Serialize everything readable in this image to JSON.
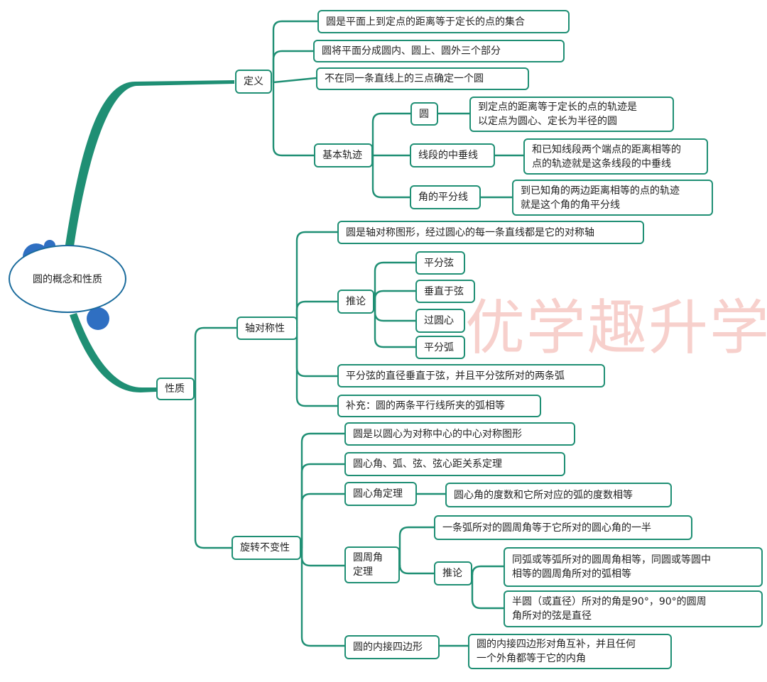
{
  "colors": {
    "line": "#1f8f74",
    "border": "#1f8f74",
    "bubble": "#2f6fc2",
    "watermark": "#e8786e"
  },
  "root": {
    "label": "圆的概念和性质"
  },
  "definition": {
    "label": "定义",
    "items": [
      "圆是平面上到定点的距离等于定长的点的集合",
      "圆将平面分成圆内、圆上、圆外三个部分",
      "不在同一条直线上的三点确定一个圆"
    ],
    "locus": {
      "label": "基本轨迹",
      "circle": {
        "label": "圆",
        "desc": "到定点的距离等于定长的点的轨迹是\n以定点为圆心、定长为半径的圆"
      },
      "perp": {
        "label": "线段的中垂线",
        "desc": "和已知线段两个端点的距离相等的\n点的轨迹就是这条线段的中垂线"
      },
      "bisector": {
        "label": "角的平分线",
        "desc": "到已知角的两边距离相等的点的轨迹\n就是这个角的角平分线"
      }
    }
  },
  "properties": {
    "label": "性质",
    "axial": {
      "label": "轴对称性",
      "item1": "圆是轴对称图形，经过圆心的每一条直线都是它的对称轴",
      "corollary": {
        "label": "推论",
        "items": [
          "平分弦",
          "垂直于弦",
          "过圆心",
          "平分弧"
        ]
      },
      "item2": "平分弦的直径垂直于弦，并且平分弦所对的两条弧",
      "item3": "补充：圆的两条平行线所夹的弧相等"
    },
    "rotation": {
      "label": "旋转不变性",
      "item1": "圆是以圆心为对称中心的中心对称图形",
      "item2": "圆心角、弧、弦、弦心距关系定理",
      "central": {
        "label": "圆心角定理",
        "desc": "圆心角的度数和它所对应的弧的度数相等"
      },
      "inscribed": {
        "label": "圆周角\n定理",
        "item1": "一条弧所对的圆周角等于它所对的圆心角的一半",
        "corollary": {
          "label": "推论",
          "item1": "同弧或等弧所对的圆周角相等，同圆或等圆中\n相等的圆周角所对的弧相等",
          "item2": "半圆（或直径）所对的角是90°，90°的圆周\n角所对的弦是直径"
        }
      },
      "quad": {
        "label": "圆的内接四边形",
        "desc": "圆的内接四边形对角互补，并且任何\n一个外角都等于它的内角"
      }
    }
  },
  "watermark": "优学趣升学"
}
